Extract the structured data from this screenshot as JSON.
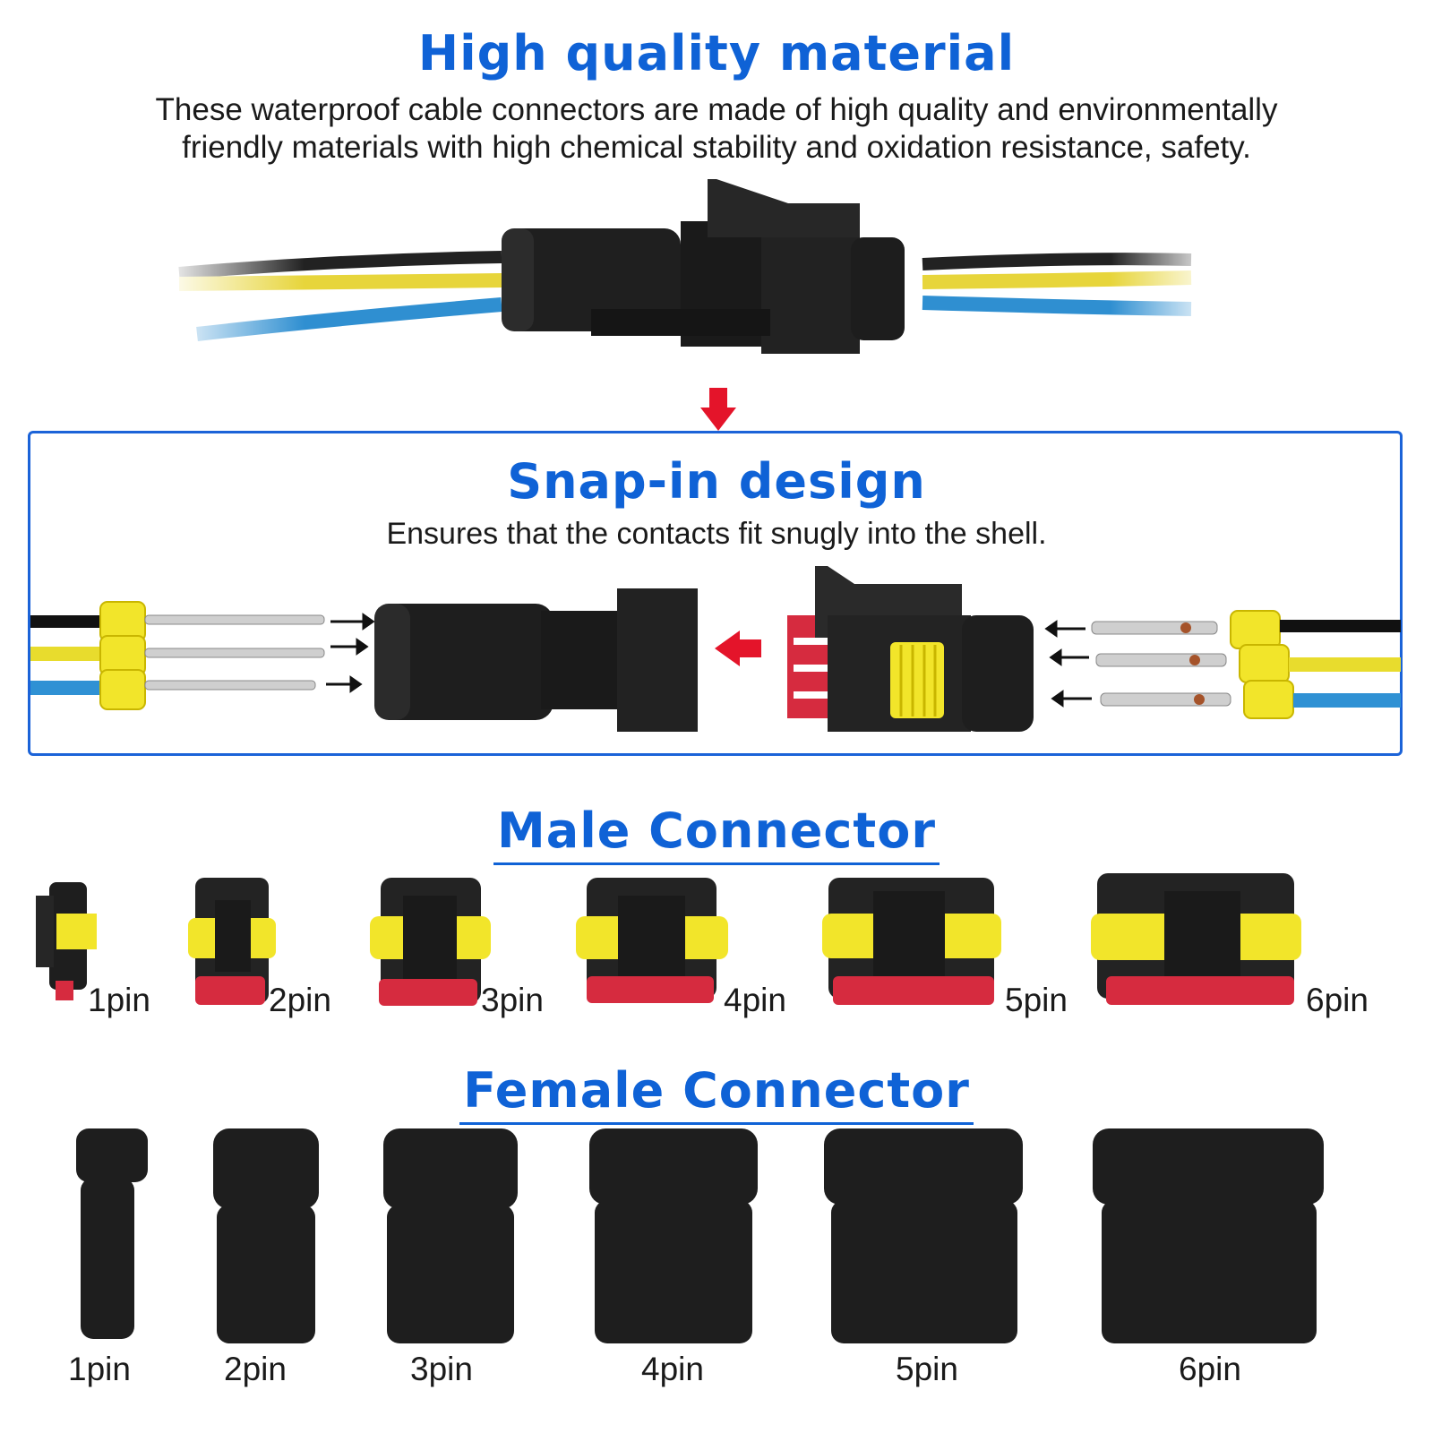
{
  "header": {
    "title": "High quality material",
    "description_line1": "These waterproof cable connectors are made of high quality and environmentally",
    "description_line2": "friendly materials with high chemical stability and oxidation resistance, safety."
  },
  "snap": {
    "title": "Snap-in design",
    "description": "Ensures that the contacts fit snugly into the shell."
  },
  "male": {
    "title": "Male Connector",
    "items": [
      {
        "label": "1pin"
      },
      {
        "label": "2pin"
      },
      {
        "label": "3pin"
      },
      {
        "label": "4pin"
      },
      {
        "label": "5pin"
      },
      {
        "label": "6pin"
      }
    ]
  },
  "female": {
    "title": "Female Connector",
    "items": [
      {
        "label": "1pin"
      },
      {
        "label": "2pin"
      },
      {
        "label": "3pin"
      },
      {
        "label": "4pin"
      },
      {
        "label": "5pin"
      },
      {
        "label": "6pin"
      }
    ]
  },
  "colors": {
    "heading_blue": "#0f62d6",
    "frame_blue": "#1b63d8",
    "arrow_red": "#e4142a",
    "seal_yellow": "#f2e52a",
    "housing_black": "#1c1c1c",
    "lock_red": "#d62b3f"
  }
}
